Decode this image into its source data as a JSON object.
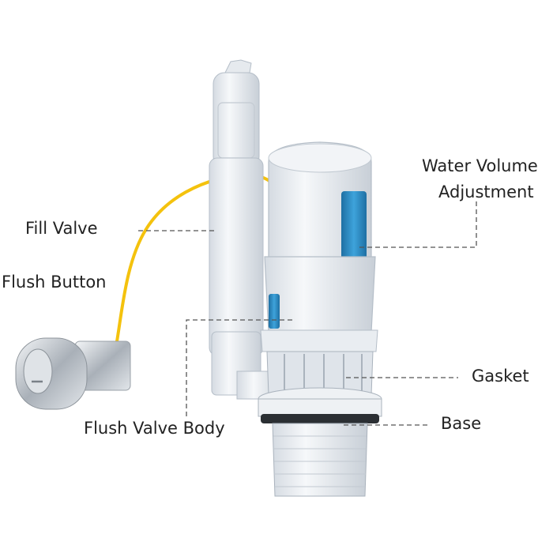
{
  "labels": {
    "water_volume_line1": "Water Volume",
    "water_volume_line2": "Adjustment",
    "fill_valve": "Fill Valve",
    "flush_button": "Flush Button",
    "gasket": "Gasket",
    "base": "Base",
    "flush_valve_body": "Flush Valve Body"
  },
  "colors": {
    "plastic": "#eef1f5",
    "plastic_shade": "#c9d0d8",
    "accent_blue": "#2f8fc7",
    "cable": "#f4c20d",
    "chrome": "#c7ccd1",
    "gasket": "#2b2f33"
  }
}
